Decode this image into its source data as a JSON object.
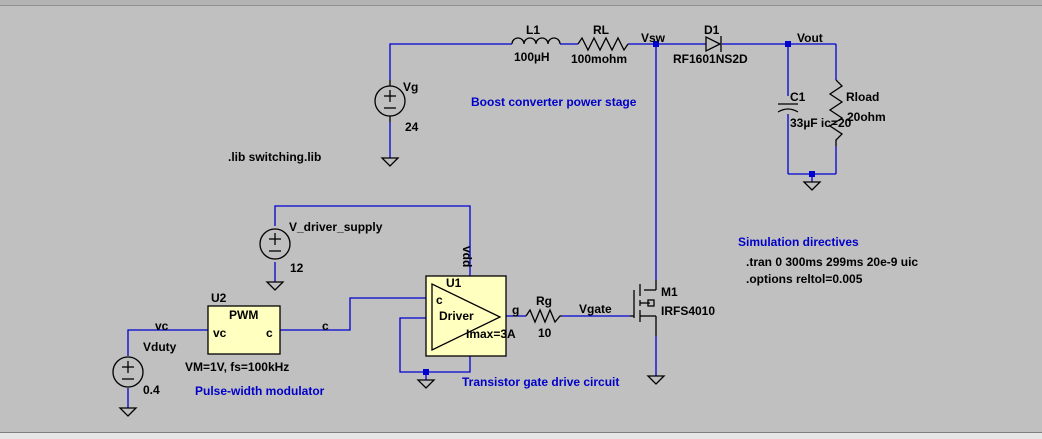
{
  "window": {
    "title": ""
  },
  "components": {
    "L1": {
      "ref": "L1",
      "value": "100µH"
    },
    "RL": {
      "ref": "RL",
      "value": "100mohm"
    },
    "D1": {
      "ref": "D1",
      "value": "RF1601NS2D"
    },
    "C1": {
      "ref": "C1",
      "value": "33µF ic=20"
    },
    "Rload": {
      "ref": "Rload",
      "value": "20ohm"
    },
    "Vg": {
      "ref": "Vg",
      "value": "24"
    },
    "Vdriver": {
      "ref": "V_driver_supply",
      "value": "12"
    },
    "U1": {
      "ref": "U1",
      "body": "Driver",
      "pin_c": "c",
      "pin_g": "g",
      "pin_vdd": "vdd",
      "param": "Imax=3A"
    },
    "U2": {
      "ref": "U2",
      "title": "PWM",
      "pin_vc": "vc",
      "pin_c": "c",
      "param": "VM=1V, fs=100kHz"
    },
    "Rg": {
      "ref": "Rg",
      "value": "10"
    },
    "M1": {
      "ref": "M1",
      "value": "IRFS4010"
    },
    "Vduty": {
      "ref": "Vduty",
      "value": "0.4"
    }
  },
  "nets": {
    "vsw": "Vsw",
    "vout": "Vout",
    "vgate": "Vgate",
    "vc": "vc",
    "c": "c",
    "vdd": "vdd"
  },
  "labels": {
    "lib": ".lib switching.lib",
    "power_stage": "Boost converter power stage",
    "sim_title": "Simulation directives",
    "tran": ".tran 0 300ms 299ms 20e-9 uic",
    "options": ".options reltol=0.005",
    "gate_drive": "Transistor gate drive circuit",
    "pwm_mod": "Pulse-width modulator"
  },
  "colors": {
    "background": "#c0c0c0",
    "wire": "#0000d0",
    "annotation": "#0000c8",
    "block_fill": "#ffffc0"
  }
}
